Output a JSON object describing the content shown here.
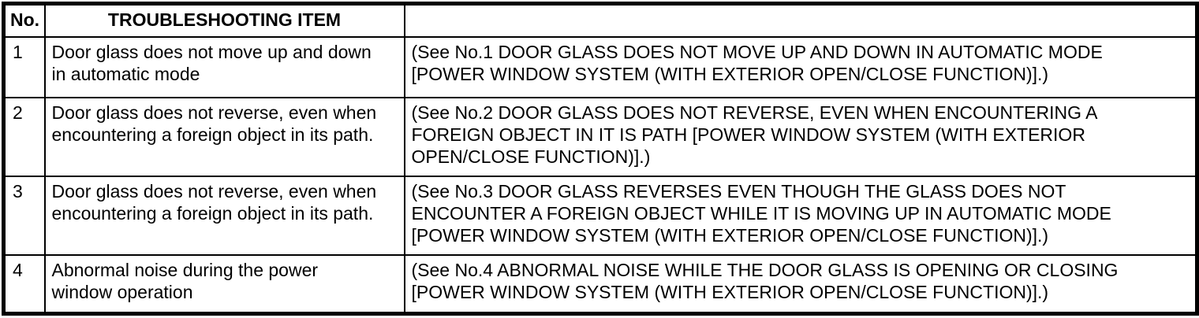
{
  "table": {
    "columns": [
      {
        "label": "No."
      },
      {
        "label": "TROUBLESHOOTING ITEM"
      },
      {
        "label": ""
      }
    ],
    "rows": [
      {
        "no": "1",
        "item": "Door glass does not move up and down\nin automatic mode",
        "reference": "(See No.1 DOOR GLASS DOES NOT MOVE UP AND DOWN IN AUTOMATIC MODE\n[POWER WINDOW SYSTEM (WITH EXTERIOR OPEN/CLOSE FUNCTION)].)"
      },
      {
        "no": "2",
        "item": "Door glass does not reverse, even when\nencountering a foreign object in its path.",
        "reference": "(See No.2 DOOR GLASS DOES NOT REVERSE, EVEN WHEN ENCOUNTERING A\nFOREIGN OBJECT IN IT IS PATH [POWER WINDOW SYSTEM (WITH EXTERIOR\nOPEN/CLOSE FUNCTION)].)"
      },
      {
        "no": "3",
        "item": "Door glass does not reverse, even when\nencountering a foreign object in its path.",
        "reference": "(See No.3 DOOR GLASS REVERSES EVEN THOUGH THE GLASS DOES NOT\nENCOUNTER A FOREIGN OBJECT WHILE IT IS MOVING UP IN AUTOMATIC MODE\n[POWER WINDOW SYSTEM (WITH EXTERIOR OPEN/CLOSE FUNCTION)].)"
      },
      {
        "no": "4",
        "item": "Abnormal noise during the power\nwindow operation",
        "reference": "(See No.4 ABNORMAL NOISE WHILE THE DOOR GLASS IS OPENING OR CLOSING\n[POWER WINDOW SYSTEM (WITH EXTERIOR OPEN/CLOSE FUNCTION)].)"
      }
    ]
  },
  "colors": {
    "text": "#000000",
    "border": "#000000",
    "background": "#ffffff"
  }
}
